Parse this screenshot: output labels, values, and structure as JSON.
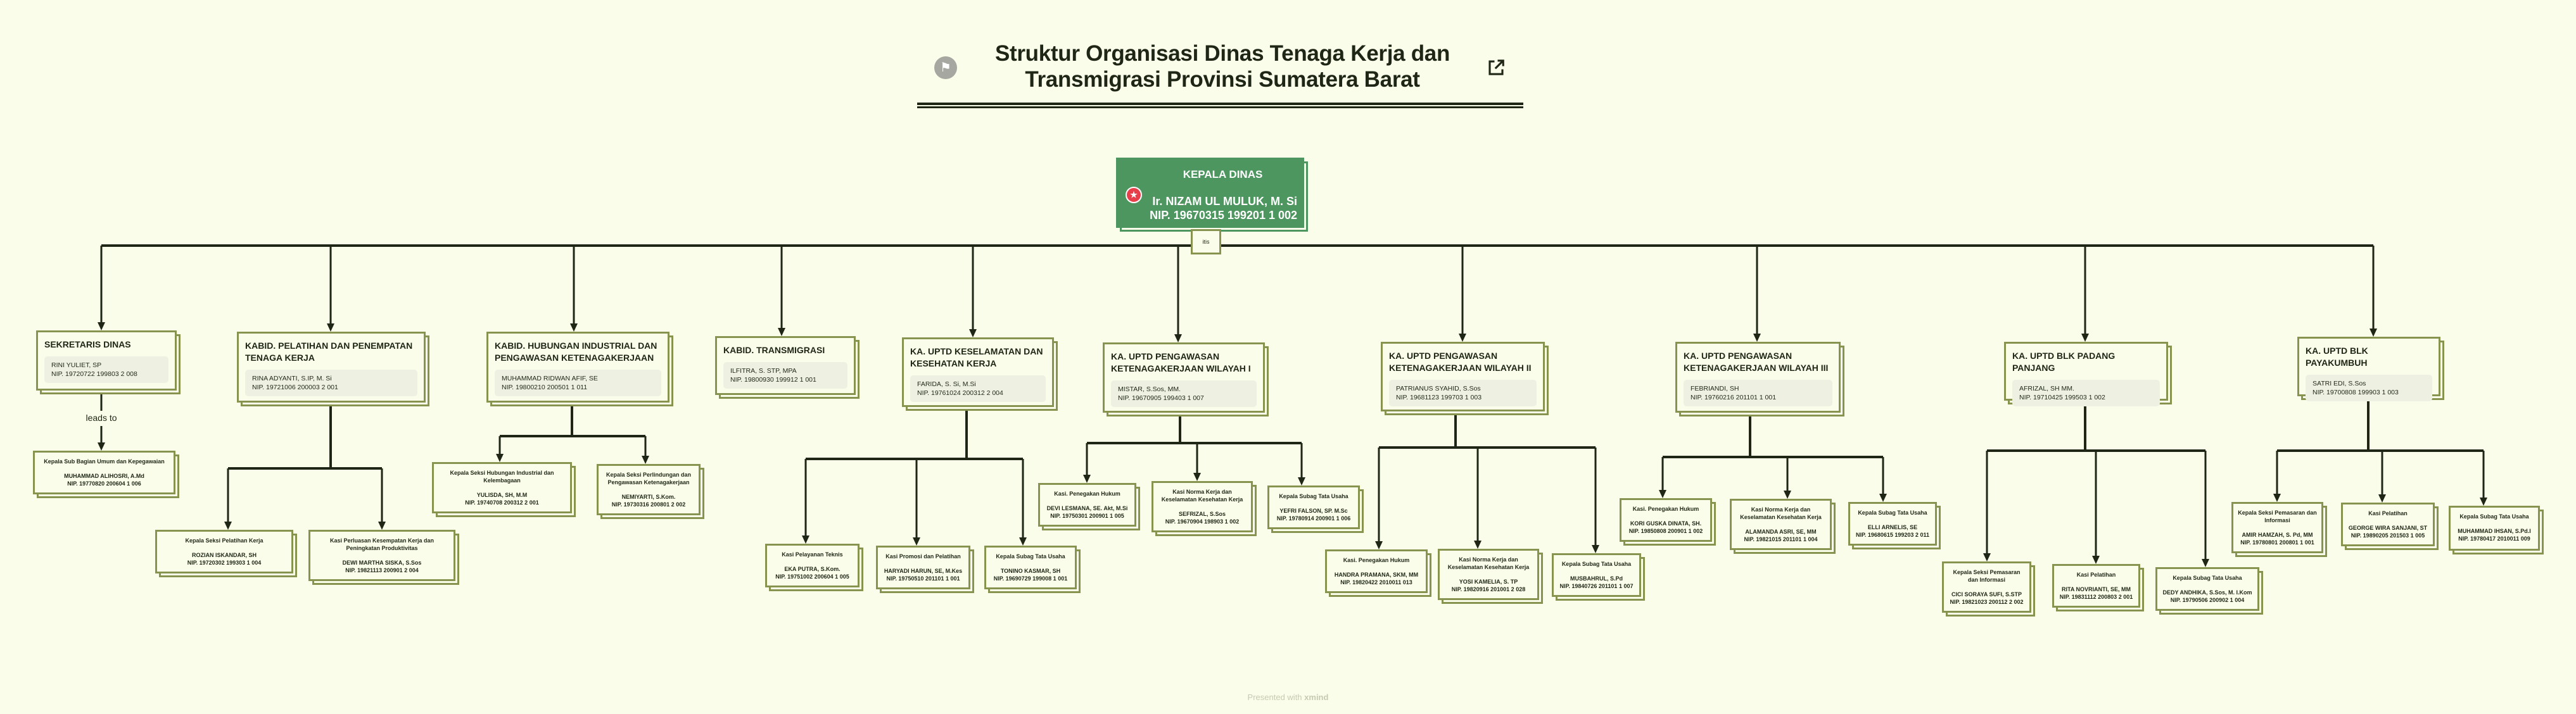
{
  "header": {
    "title_line1": "Struktur Organisasi Dinas Tenaga Kerja dan",
    "title_line2": "Transmigrasi Provinsi Sumatera Barat",
    "left_icon": "flag-icon",
    "right_icon": "external-link-icon"
  },
  "root": {
    "title": "KEPALA DINAS",
    "name": "Ir. NIZAM UL MULUK, M. Si",
    "nip": "NIP. 19670315 199201 1 002",
    "icon": "star-icon",
    "collapsed_marker": "itis"
  },
  "units": [
    {
      "title": "SEKRETARIS DINAS",
      "name": "RINI YULIET, SP",
      "nip": "NIP. 19720722 199803 2 008",
      "edge_label": "leads to",
      "children": [
        {
          "title": "Kepala Sub Bagian Umum dan Kepegawaian",
          "name": "MUHAMMAD ALIHOSRI, A.Md",
          "nip": "NIP. 19770820 200604 1 006"
        }
      ]
    },
    {
      "title": "KABID. PELATIHAN DAN PENEMPATAN TENAGA KERJA",
      "name": "RINA ADYANTI, S.IP, M. Si",
      "nip": "NIP. 19721006 200003 2 001",
      "children": [
        {
          "title": "Kepala Seksi Pelatihan Kerja",
          "name": "ROZIAN ISKANDAR, SH",
          "nip": "NIP. 19720302 199303 1 004"
        },
        {
          "title": "Kasi Perluasan Kesempatan Kerja dan Peningkatan Produktivitas",
          "name": "DEWI MARTHA SISKA, S.Sos",
          "nip": "NIP. 19821113 200901 2 004"
        }
      ]
    },
    {
      "title": "KABID. HUBUNGAN INDUSTRIAL DAN PENGAWASAN KETENAGAKERJAAN",
      "name": "MUHAMMAD RIDWAN AFIF, SE",
      "nip": "NIP. 19800210 200501 1 011",
      "children": [
        {
          "title": "Kepala Seksi Hubungan Industrial dan Kelembagaan",
          "name": "YULISDA, SH, M.M",
          "nip": "NIP. 19740708 200312 2 001"
        },
        {
          "title": "Kepala Seksi Perlindungan dan Pengawasan Ketenagakerjaan",
          "name": "NEMIYARTI, S.Kom.",
          "nip": "NIP. 19730316 200801 2 002"
        }
      ]
    },
    {
      "title": "KABID. TRANSMIGRASI",
      "name": "ILFITRA, S. STP, MPA",
      "nip": "NIP. 19800930 199912 1 001",
      "children": []
    },
    {
      "title": "KA. UPTD KESELAMATAN DAN KESEHATAN KERJA",
      "name": "FARIDA, S. Si, M.Si",
      "nip": "NIP. 19761024 200312 2 004",
      "children": [
        {
          "title": "Kasi Pelayanan Teknis",
          "name": "EKA PUTRA, S.Kom.",
          "nip": "NIP. 19751002 200604 1 005"
        },
        {
          "title": "Kasi Promosi dan Pelatihan",
          "name": "HARYADI HARUN, SE, M.Kes",
          "nip": "NIP. 19750510 201101 1 001"
        },
        {
          "title": "Kepala Subag Tata Usaha",
          "name": "TONINO KASMAR, SH",
          "nip": "NIP. 19690729 199008 1 001"
        }
      ]
    },
    {
      "title": "KA. UPTD PENGAWASAN KETENAGAKERJAAN WILAYAH  I",
      "name": "MISTAR, S.Sos, MM.",
      "nip": "NIP. 19670905 199403 1 007",
      "children": [
        {
          "title": "Kasi. Penegakan Hukum",
          "name": "DEVI  LESMANA, SE. Akt, M.Si",
          "nip": "NIP. 19750301 200901 1 005"
        },
        {
          "title": "Kasi Norma Kerja dan Keselamatan  Kesehatan Kerja",
          "name": "SEFRIZAL, S.Sos",
          "nip": "NIP. 19670904 198903 1 002"
        },
        {
          "title": "Kepala Subag Tata Usaha",
          "name": "YEFRI FALSON, SP. M.Sc",
          "nip": "NIP. 19780914 200901 1 006"
        }
      ]
    },
    {
      "title": "KA. UPTD PENGAWASAN KETENAGAKERJAAN WILAYAH  II",
      "name": "PATRIANUS SYAHID, S.Sos",
      "nip": "NIP. 19681123 199703 1 003",
      "children": [
        {
          "title": "Kasi. Penegakan Hukum",
          "name": "HANDRA PRAMANA, SKM, MM",
          "nip": "NIP. 19820422 2010011 013"
        },
        {
          "title": "Kasi Norma Kerja dan Keselamatan  Kesehatan Kerja",
          "name": "YOSI KAMELIA, S. TP",
          "nip": "NIP. 19820916 201001 2 028"
        },
        {
          "title": "Kepala Subag Tata Usaha",
          "name": "MUSBAHRUL, S.Pd",
          "nip": "NIP. 19840726 201101 1 007"
        }
      ]
    },
    {
      "title": "KA. UPTD PENGAWASAN KETENAGAKERJAAN WILAYAH  III",
      "name": "FEBRIANDI, SH",
      "nip": "NIP. 19760216 201101 1 001",
      "children": [
        {
          "title": "Kasi. Penegakan Hukum",
          "name": "KORI GUSKA DINATA, SH.",
          "nip": "NIP. 19850808 200901 1 002"
        },
        {
          "title": "Kasi Norma Kerja dan Keselamatan  Kesehatan Kerja",
          "name": "ALAMANDA ASRI, SE, MM",
          "nip": "NIP. 19821015 201101 1 004"
        },
        {
          "title": "Kepala Subag Tata Usaha",
          "name": "ELLI ARNELIS, SE",
          "nip": "NIP. 19680615 199203 2 011"
        }
      ]
    },
    {
      "title": "KA. UPTD BLK PADANG PANJANG",
      "name": "AFRIZAL, SH MM.",
      "nip": "NIP. 19710425 199503 1 002",
      "children": [
        {
          "title": "Kepala Seksi Pemasaran dan Informasi",
          "name": "CICI SORAYA SUFI, S.STP",
          "nip": "NIP. 19821023 200112 2 002"
        },
        {
          "title": "Kasi Pelatihan",
          "name": "RITA NOVRIANTI, SE, MM",
          "nip": "NIP. 19831112 200803 2 001"
        },
        {
          "title": "Kepala Subag Tata Usaha",
          "name": "DEDY ANDHIKA, S.Sos, M. I.Kom",
          "nip": "NIP. 19790506 200902 1 004"
        }
      ]
    },
    {
      "title": "KA. UPTD BLK PAYAKUMBUH",
      "name": "SATRI EDI, S.Sos",
      "nip": "NIP. 19700808 199903 1 003",
      "children": [
        {
          "title": "Kepala Seksi Pemasaran dan Informasi",
          "name": "AMIR HAMZAH, S. Pd, MM",
          "nip": "NIP. 19780801 200801 1 001"
        },
        {
          "title": "Kasi Pelatihan",
          "name": "GEORGE WIRA SANJANI, ST",
          "nip": "NIP. 19890205 201503 1 005"
        },
        {
          "title": "Kepala Subag Tata Usaha",
          "name": "MUHAMMAD IHSAN, S.Pd.I",
          "nip": "NIP. 19780417 2010011 009"
        }
      ]
    }
  ],
  "footer": {
    "prefix": "Presented with ",
    "brand": "xmind"
  },
  "colors": {
    "background": "#f9fde9",
    "box_border": "#87944f",
    "root_fill": "#4e9660",
    "panel": "#eef1e2",
    "line": "#1f2616",
    "star": "#e8404a"
  }
}
